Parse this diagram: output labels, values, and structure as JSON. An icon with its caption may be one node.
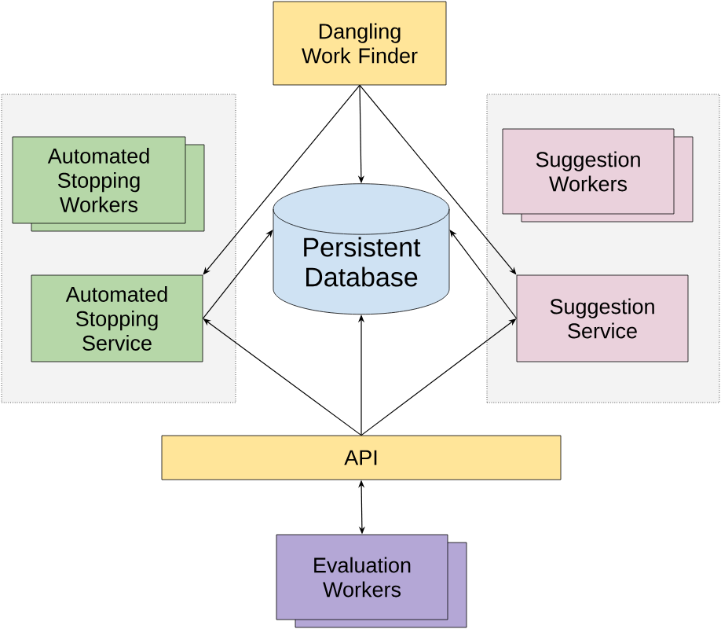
{
  "diagram": {
    "nodes": [
      {
        "text": [],
        "shape": "box"
      },
      {
        "text": [
          "Automated Stopping Workers"
        ],
        "in": 0
      },
      {
        "text": [
          "Automated Stopping Service"
        ],
        "in": 0
      },
      {
        "text": [],
        "shape": "box"
      },
      {
        "text": [
          "Suggestion Workers"
        ],
        "in": 3
      },
      {
        "text": [
          "Suggestion Service"
        ],
        "in": 3
      },
      {
        "text": [
          "Dangling Work Finder"
        ]
      },
      {
        "text": [
          "Persistent Database"
        ]
      },
      {
        "text": [
          "API"
        ]
      },
      {
        "text": [
          "Evaluation Workers"
        ]
      }
    ],
    "edges": [
      {
        "from": 6,
        "to": 2,
        "arrow": "to"
      },
      {
        "from": 6,
        "to": 7,
        "arrow": "to"
      },
      {
        "from": 6,
        "to": 5,
        "arrow": "to"
      },
      {
        "from": 2,
        "to": 7,
        "arrow": "to"
      },
      {
        "from": 5,
        "to": 7,
        "arrow": "to"
      },
      {
        "from": 8,
        "to": 2,
        "arrow": "to"
      },
      {
        "from": 8,
        "to": 7,
        "arrow": "to"
      },
      {
        "from": 8,
        "to": 5,
        "arrow": "to"
      },
      {
        "from": 8,
        "to": 9,
        "arrow": "both"
      }
    ]
  }
}
